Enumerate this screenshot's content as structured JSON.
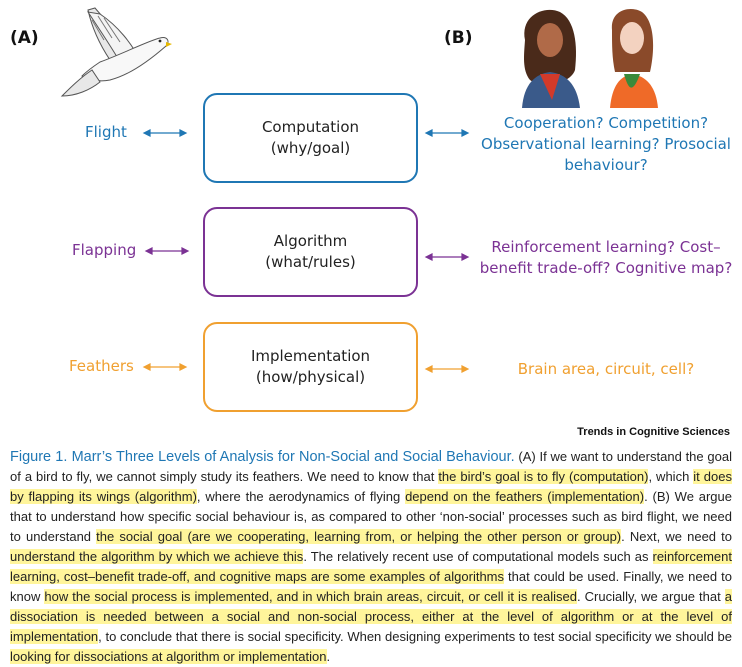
{
  "panels": {
    "a": "(A)",
    "b": "(B)"
  },
  "levels": [
    {
      "box_line1": "Computation",
      "box_line2": "(why/goal)",
      "left": "Flight",
      "right_lines": [
        "Cooperation? Competition?",
        "Observational learning? Prosocial",
        "behaviour?"
      ],
      "color": "#1f77b4"
    },
    {
      "box_line1": "Algorithm",
      "box_line2": "(what/rules)",
      "left": "Flapping",
      "right_lines": [
        "Reinforcement learning? Cost–",
        "benefit trade-off? Cognitive map?"
      ],
      "color": "#7b3294"
    },
    {
      "box_line1": "Implementation",
      "box_line2": "(how/physical)",
      "left": "Feathers",
      "right_lines": [
        "Brain area, circuit, cell?"
      ],
      "color": "#f0a030"
    }
  ],
  "credit": "Trends in Cognitive Sciences",
  "caption": {
    "title": "Figure 1. Marr’s Three Levels of Analysis for Non-Social and Social Behaviour.",
    "segments": [
      {
        "text": " (A) If we want to understand the goal of a bird to fly, we cannot simply study its feathers. We need to know that ",
        "hl": false
      },
      {
        "text": "the bird’s goal is to fly (computation)",
        "hl": true
      },
      {
        "text": ", which ",
        "hl": false
      },
      {
        "text": "it does by flapping its wings (algorithm)",
        "hl": true
      },
      {
        "text": ", where the aerodynamics of flying ",
        "hl": false
      },
      {
        "text": "depend on the feathers (implementation)",
        "hl": true
      },
      {
        "text": ". (B) We argue that to understand how specific social behaviour is, as compared to other ‘non-social’ processes such as bird flight, we need to understand ",
        "hl": false
      },
      {
        "text": "the social goal (are we cooperating, learning from, or helping the other person or group)",
        "hl": true
      },
      {
        "text": ". Next, we need to ",
        "hl": false
      },
      {
        "text": "understand the algorithm by which we achieve this",
        "hl": true
      },
      {
        "text": ". The relatively recent use of computational models such as ",
        "hl": false
      },
      {
        "text": "reinforcement learning, cost–benefit trade-off, and cognitive maps are some examples of algorithms",
        "hl": true
      },
      {
        "text": " that could be used. Finally, we need to know ",
        "hl": false
      },
      {
        "text": "how the social process is implemented, and in which brain areas, circuit, or cell it is realised",
        "hl": true
      },
      {
        "text": ". Crucially, we argue that ",
        "hl": false
      },
      {
        "text": "a dissociation is needed between a social and non-social process, either at the level of algorithm or at the level of implementation",
        "hl": true
      },
      {
        "text": ", to conclude that there is social specificity. When designing experiments to test social specificity we should be ",
        "hl": false
      },
      {
        "text": "looking for dissociations at algorithm or implementation",
        "hl": true
      },
      {
        "text": ".",
        "hl": false
      }
    ]
  }
}
